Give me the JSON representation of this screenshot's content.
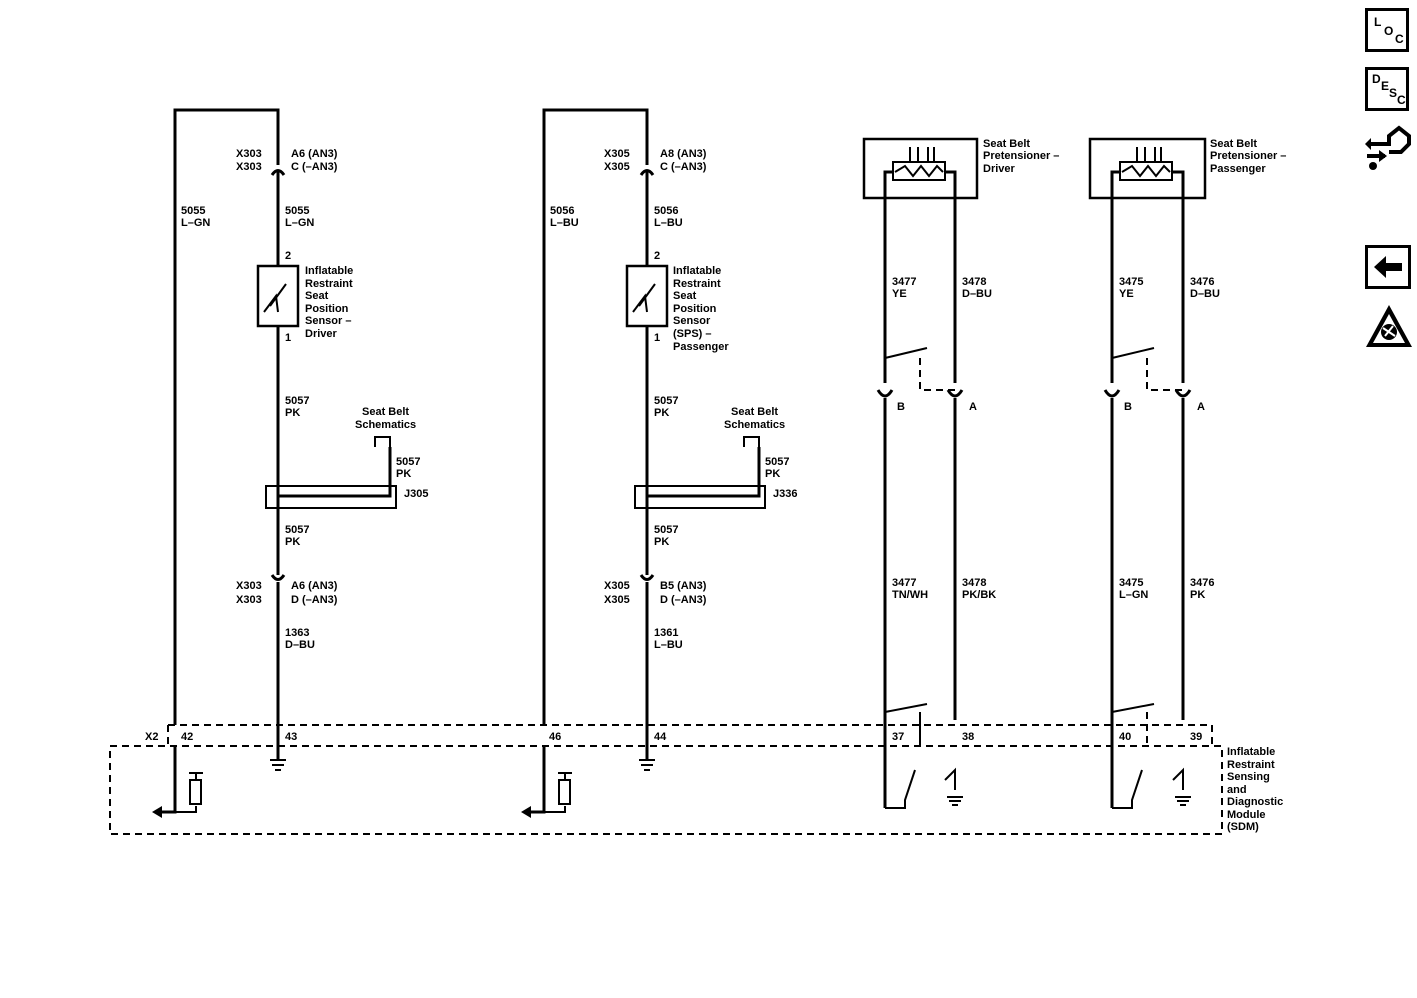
{
  "toolbar": {
    "loc": {
      "l1": "L",
      "l2": "O",
      "l3": "C"
    },
    "desc": {
      "l1": "D",
      "l2": "E",
      "l3": "S",
      "l4": "C"
    }
  },
  "icons": [
    "loc-icon",
    "desc-icon",
    "connector-icon",
    "back-arrow-icon",
    "esd-warning-icon"
  ],
  "labels": {
    "x303_a": "X303",
    "x303_b": "X303",
    "x303_c": "X303",
    "x303_d": "X303",
    "x305_a": "X305",
    "x305_b": "X305",
    "x305_c": "X305",
    "x305_d": "X305",
    "drv_pin_top1": "A6 (AN3)",
    "drv_pin_top2": "C (–AN3)",
    "pas_pin_top1": "A8 (AN3)",
    "pas_pin_top2": "C (–AN3)",
    "drv_pin_bot1": "A6 (AN3)",
    "drv_pin_bot2": "D (–AN3)",
    "pas_pin_bot1": "B5 (AN3)",
    "pas_pin_bot2": "D (–AN3)",
    "w5055_left_num": "5055",
    "w5055_left_col": "L–GN",
    "w5055_num": "5055",
    "w5055_col": "L–GN",
    "w5056_left_num": "5056",
    "w5056_left_col": "L–BU",
    "w5056_num": "5056",
    "w5056_col": "L–BU",
    "drv_sensor_pin2": "2",
    "drv_sensor_pin1": "1",
    "pas_sensor_pin2": "2",
    "pas_sensor_pin1": "1",
    "drv_sensor": [
      "Inflatable",
      "Restraint",
      "Seat",
      "Position",
      "Sensor –",
      "Driver"
    ],
    "pas_sensor": [
      "Inflatable",
      "Restraint",
      "Seat",
      "Position",
      "Sensor",
      "(SPS) –",
      "Passenger"
    ],
    "drv_5057a_num": "5057",
    "drv_5057a_col": "PK",
    "pas_5057a_num": "5057",
    "pas_5057a_col": "PK",
    "drv_sbs": [
      "Seat Belt",
      "Schematics"
    ],
    "pas_sbs": [
      "Seat Belt",
      "Schematics"
    ],
    "drv_5057b_num": "5057",
    "drv_5057b_col": "PK",
    "pas_5057b_num": "5057",
    "pas_5057b_col": "PK",
    "drv_splice": "J305",
    "pas_splice": "J336",
    "drv_5057c_num": "5057",
    "drv_5057c_col": "PK",
    "pas_5057c_num": "5057",
    "pas_5057c_col": "PK",
    "w1363_num": "1363",
    "w1363_col": "D–BU",
    "w1361_num": "1361",
    "w1361_col": "L–BU",
    "x2": "X2",
    "pin42": "42",
    "pin43": "43",
    "pin46": "46",
    "pin44": "44",
    "pin37": "37",
    "pin38": "38",
    "pin40": "40",
    "pin39": "39",
    "drv_pret": [
      "Seat Belt",
      "Pretensioner –",
      "Driver"
    ],
    "pas_pret": [
      "Seat Belt",
      "Pretensioner –",
      "Passenger"
    ],
    "w3477_num": "3477",
    "w3477_col": "YE",
    "w3478_num": "3478",
    "w3478_col": "D–BU",
    "w3475_num": "3475",
    "w3475_col": "YE",
    "w3476_num": "3476",
    "w3476_col": "D–BU",
    "drv_B": "B",
    "drv_A": "A",
    "pas_B": "B",
    "pas_A": "A",
    "w3477b_num": "3477",
    "w3477b_col": "TN/WH",
    "w3478b_num": "3478",
    "w3478b_col": "PK/BK",
    "w3475b_num": "3475",
    "w3475b_col": "L–GN",
    "w3476b_num": "3476",
    "w3476b_col": "PK",
    "sdm": [
      "Inflatable",
      "Restraint",
      "Sensing",
      "and",
      "Diagnostic",
      "Module",
      "(SDM)"
    ]
  }
}
